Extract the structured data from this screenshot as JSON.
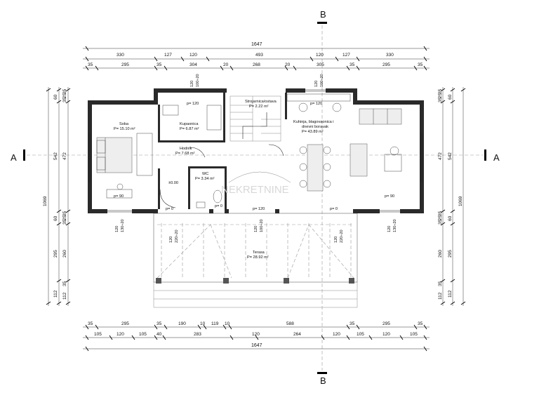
{
  "sections": {
    "b_top": "B",
    "b_bottom": "B",
    "a_left": "A",
    "a_right": "A"
  },
  "dimensions_top": {
    "overall": "1647",
    "row1": [
      "330",
      "127",
      "120",
      "493",
      "120",
      "127",
      "330"
    ],
    "row2": [
      "35",
      "295",
      "35",
      "304",
      "20",
      "268",
      "20",
      "305",
      "35",
      "295",
      "35"
    ]
  },
  "dimensions_bottom": {
    "row1": [
      "35",
      "295",
      "35",
      "190",
      "10",
      "119",
      "10",
      "588",
      "35",
      "295",
      "35"
    ],
    "row2": [
      "105",
      "120",
      "105",
      "40",
      "283",
      "120",
      "264",
      "120",
      "105",
      "120",
      "105"
    ],
    "overall": "1647"
  },
  "dimensions_left": {
    "overall": "1069",
    "middle": [
      "60",
      "542",
      "60",
      "295",
      "112"
    ],
    "inner": [
      "35",
      "25",
      "35",
      "472",
      "35",
      "25",
      "35",
      "260",
      "35",
      "112"
    ]
  },
  "dimensions_right": {
    "overall": "1069",
    "middle": [
      "60",
      "542",
      "60",
      "295",
      "112"
    ],
    "inner": [
      "35",
      "25",
      "35",
      "472",
      "35",
      "25",
      "35",
      "260",
      "35",
      "112"
    ]
  },
  "rooms": {
    "soba": {
      "name": "Soba",
      "area": "P= 15.10 m²"
    },
    "kupaonica": {
      "name": "Kupaonica",
      "area": "P= 6.87 m²"
    },
    "hodnik": {
      "name": "Hodnik",
      "area": "P= 7.68 m²"
    },
    "wc": {
      "name": "WC",
      "area": "P= 3.34 m²"
    },
    "strojarnica": {
      "name": "Strojarnica/ostava",
      "area": "P= 2.22 m²"
    },
    "kuhinja": {
      "name": "Kuhinja, blagovaonica i",
      "name2": "dnevni boravak",
      "area": "P= 43.89 m²"
    },
    "terasa": {
      "name": "Terasa",
      "area": "P= 28.92 m²"
    }
  },
  "level": "±0.00",
  "annotations": {
    "p120_a": "p= 120",
    "p120_b": "p= 120",
    "p120_c": "p= 120",
    "p90_a": "p= 90",
    "p90_b": "p= 90",
    "p0_a": "p= 0",
    "p0_b": "p= 0",
    "p0_c": "p= 0"
  },
  "openings": {
    "w1": "120",
    "w1b": "100÷20",
    "w2": "120",
    "w2b": "100÷20",
    "w3": "120",
    "w3b": "130÷20",
    "w4": "120",
    "w4b": "130÷20",
    "d1": "120",
    "d1b": "220÷20",
    "d2": "120",
    "d2b": "220÷20",
    "d3": "120",
    "d3b": "100÷20"
  },
  "watermark": "NEKRETNINE"
}
